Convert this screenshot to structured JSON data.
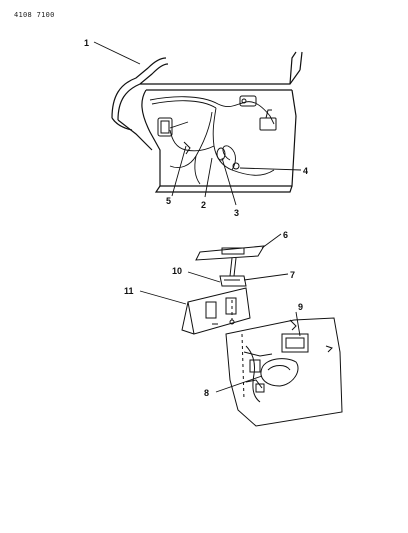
{
  "header": {
    "code": "4108 7100"
  },
  "callouts": [
    {
      "id": "1",
      "text": "1"
    },
    {
      "id": "2",
      "text": "2"
    },
    {
      "id": "3",
      "text": "3"
    },
    {
      "id": "4",
      "text": "4"
    },
    {
      "id": "5",
      "text": "5"
    },
    {
      "id": "6",
      "text": "6"
    },
    {
      "id": "7",
      "text": "7"
    },
    {
      "id": "8",
      "text": "8"
    },
    {
      "id": "9",
      "text": "9"
    },
    {
      "id": "10",
      "text": "10"
    },
    {
      "id": "11",
      "text": "11"
    }
  ]
}
